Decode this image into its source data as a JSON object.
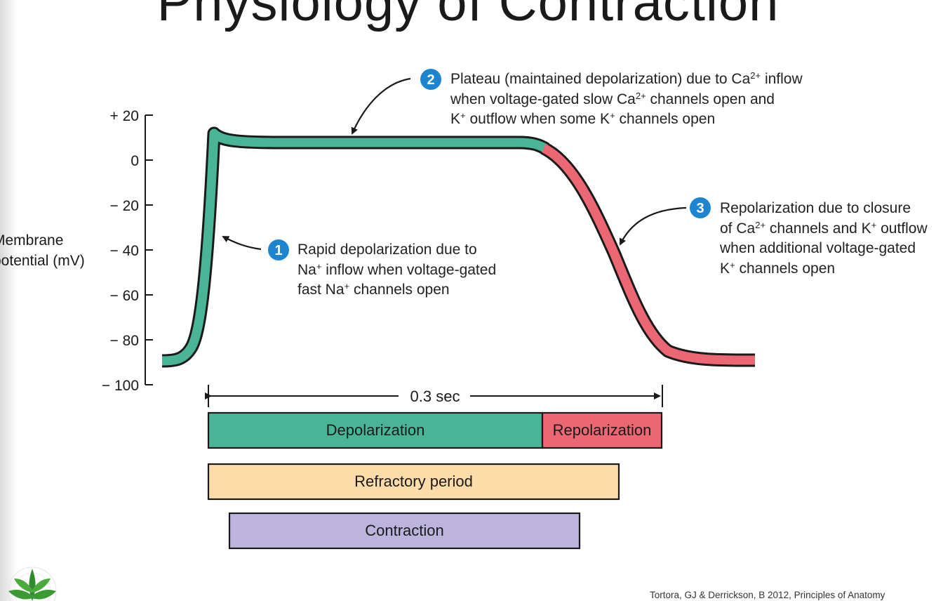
{
  "slide_title": "Physiology of Contraction",
  "y_axis": {
    "label_line1": "Membrane",
    "label_line2": "potential (mV)",
    "ticks": [
      "+ 20",
      "0",
      "− 20",
      "− 40",
      "− 60",
      "− 80",
      "− 100"
    ]
  },
  "annotations": [
    {
      "number": "1",
      "lines": [
        "Rapid depolarization due to",
        "Na<sup>+</sup> inflow when voltage-gated",
        "fast Na<sup>+</sup> channels open"
      ]
    },
    {
      "number": "2",
      "lines": [
        "Plateau (maintained depolarization) due to Ca<sup>2+</sup> inflow",
        "when voltage-gated slow Ca<sup>2+</sup> channels open and",
        "K<sup>+</sup> outflow when some K<sup>+</sup> channels open"
      ]
    },
    {
      "number": "3",
      "lines": [
        "Repolarization due to closure",
        "of Ca<sup>2+</sup> channels and K<sup>+</sup> outflow",
        "when additional voltage-gated",
        "K<sup>+</sup> channels open"
      ]
    }
  ],
  "duration_label": "0.3 sec",
  "phases": {
    "depolarization": "Depolarization",
    "repolarization": "Repolarization",
    "refractory": "Refractory period",
    "contraction": "Contraction"
  },
  "colors": {
    "depolarization": "#49b596",
    "repolarization": "#ea6773",
    "refractory": "#fcdca8",
    "contraction": "#bcb4dc",
    "badge": "#1d84d0"
  },
  "citation": "Tortora, GJ & Derrickson, B 2012, Principles of Anatomy"
}
